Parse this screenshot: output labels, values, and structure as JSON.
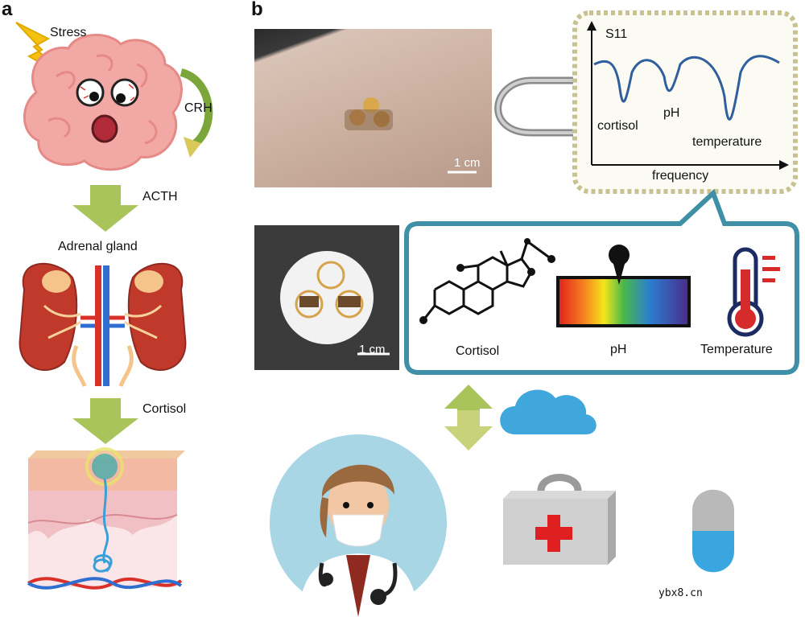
{
  "panels": {
    "a": "a",
    "b": "b"
  },
  "panel_a": {
    "stress": "Stress",
    "crh": "CRH",
    "acth": "ACTH",
    "adrenal": "Adrenal gland",
    "cortisol": "Cortisol"
  },
  "panel_b": {
    "scale_top": "1 cm",
    "scale_bottom": "1 cm",
    "spectrum": {
      "ylabel": "S11",
      "xlabel": "frequency",
      "peaks": [
        "cortisol",
        "pH",
        "temperature"
      ]
    },
    "sensors": {
      "cortisol": "Cortisol",
      "ph": "pH",
      "temperature": "Temperature"
    }
  },
  "watermark": "ybx8.cn",
  "colors": {
    "teal_border": "#3f8fa6",
    "dashed_border": "#c8c293",
    "arrow_green": "#a8c45a",
    "curve_blue": "#2f5f9e",
    "kidney_red": "#c0392b",
    "cloud_blue": "#3fa7dc"
  }
}
